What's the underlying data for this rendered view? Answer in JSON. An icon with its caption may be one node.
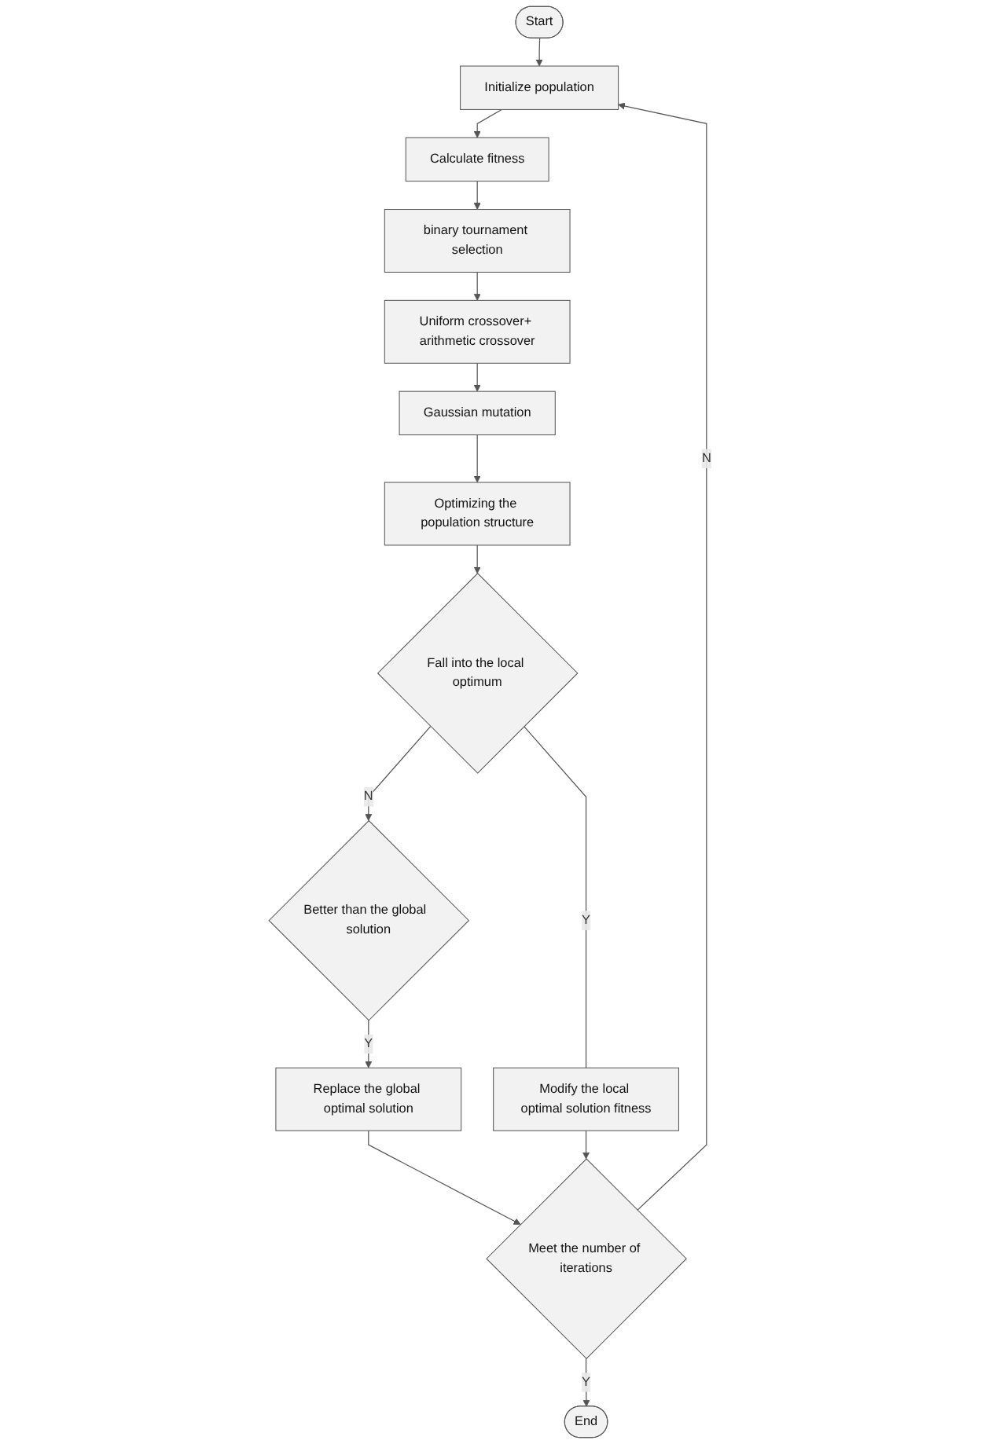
{
  "diagram": {
    "nodes": [
      {
        "text": [
          "Start"
        ]
      },
      {
        "text": [
          "Initialize population"
        ]
      },
      {
        "text": [
          "Calculate fitness"
        ]
      },
      {
        "text": [
          "binary tournament selection"
        ]
      },
      {
        "text": [
          "Uniform crossover+ arithmetic crossover"
        ]
      },
      {
        "text": [
          "Gaussian mutation"
        ]
      },
      {
        "text": [
          "Optimizing the population structure"
        ]
      },
      {
        "text": [
          "Fall into the local optimum"
        ]
      },
      {
        "text": [
          "Better than the global  solution"
        ]
      },
      {
        "text": [
          "Replace the global optimal solution"
        ]
      },
      {
        "text": [
          "Modify the local optimal solution fitness"
        ]
      },
      {
        "text": [
          "Meet the number of iterations"
        ]
      },
      {
        "text": [
          "End"
        ]
      }
    ],
    "edges": [
      {
        "from": 0,
        "to": 1,
        "arrow": "to"
      },
      {
        "from": 1,
        "to": 2,
        "arrow": "to"
      },
      {
        "from": 2,
        "to": 3,
        "arrow": "to"
      },
      {
        "from": 3,
        "to": 4,
        "arrow": "to"
      },
      {
        "from": 4,
        "to": 5,
        "arrow": "to"
      },
      {
        "from": 5,
        "to": 6,
        "arrow": "to"
      },
      {
        "from": 6,
        "to": 7,
        "arrow": "to"
      },
      {
        "from": 7,
        "to": 8,
        "label": "N",
        "arrow": "to"
      },
      {
        "from": 7,
        "to": 10,
        "label": "Y",
        "arrow": "none"
      },
      {
        "from": 8,
        "to": 9,
        "label": "Y",
        "arrow": "to"
      },
      {
        "from": 9,
        "to": 11,
        "arrow": "to"
      },
      {
        "from": 10,
        "to": 11,
        "arrow": "to"
      },
      {
        "from": 11,
        "to": 1,
        "label": "N",
        "arrow": "to"
      },
      {
        "from": 11,
        "to": 12,
        "label": "Y",
        "arrow": "to"
      }
    ]
  }
}
